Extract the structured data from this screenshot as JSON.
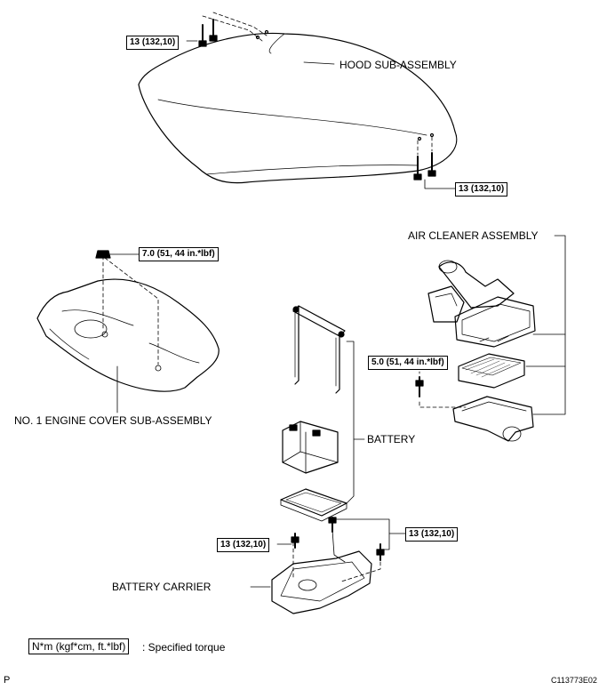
{
  "labels": {
    "hood": "HOOD SUB-ASSEMBLY",
    "air_cleaner": "AIR CLEANER ASSEMBLY",
    "engine_cover": "NO. 1 ENGINE COVER SUB-ASSEMBLY",
    "battery": "BATTERY",
    "battery_carrier": "BATTERY CARRIER"
  },
  "torque": {
    "hood_top": "13 (132,10)",
    "hood_bottom": "13 (132,10)",
    "engine_cover_nut": "7.0 (51, 44 in.*lbf)",
    "air_cleaner_bolt": "5.0 (51, 44 in.*lbf)",
    "carrier_left": "13 (132,10)",
    "carrier_right": "13 (132,10)"
  },
  "legend": {
    "unit": "N*m (kgf*cm, ft.*lbf)",
    "text": ": Specified torque"
  },
  "footer": {
    "page_letter": "P",
    "figure_code": "C113773E02"
  }
}
